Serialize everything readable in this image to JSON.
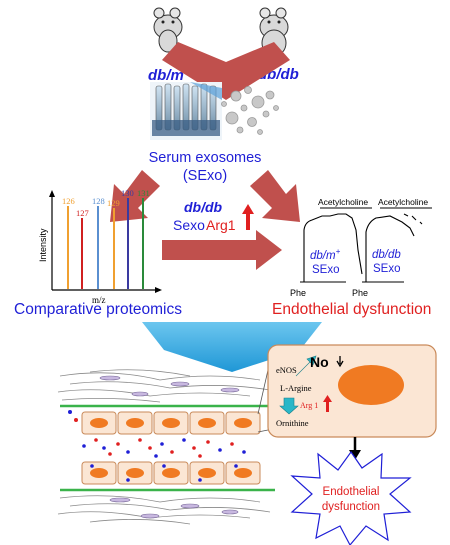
{
  "mice": {
    "left_label": "db/m",
    "left_sup": "+",
    "right_label": "db/db"
  },
  "serum": {
    "line1": "Serum exosomes",
    "line2": "(SExo)"
  },
  "middle": {
    "top": "db/db",
    "sexo": "Sexo",
    "arg1": "Arg1"
  },
  "proteomics": {
    "y_axis": "Intensity",
    "x_axis": "m/z",
    "peaks": [
      "126",
      "127",
      "128",
      "129",
      "130",
      "131"
    ],
    "title": "Comparative proteomics"
  },
  "traces": {
    "left_agonist": "Acetylcholine",
    "left_group_1": "db/m",
    "left_group_1_sup": "+",
    "left_group_2": "SExo",
    "left_base": "Phe",
    "right_agonist": "Acetylcholine",
    "right_group_1": "db/db",
    "right_group_2": "SExo",
    "right_base": "Phe",
    "title": "Endothelial dysfunction"
  },
  "mechanism": {
    "enos": "eNOS",
    "no": "No",
    "l_arginine": "L-Argine",
    "arg1": "Arg 1",
    "ornithine": "Ornithine"
  },
  "outcome": {
    "line1": "Endothelial",
    "line2": "dysfunction"
  },
  "colors": {
    "arrow_red": "#c0504d",
    "funnel_blue": "#29a3dc",
    "text_blue": "#1f1fd6",
    "text_red": "#e02020",
    "cell_orange": "#f07a22",
    "panel_fill": "#fbe6d4"
  }
}
